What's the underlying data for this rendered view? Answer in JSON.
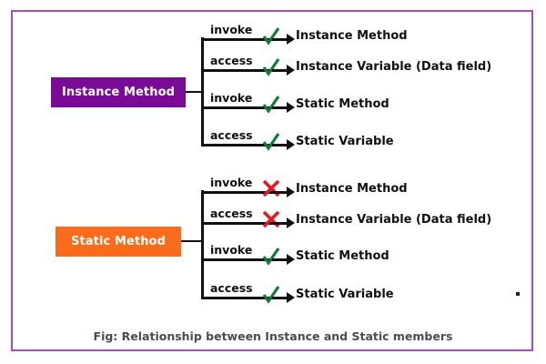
{
  "figure": {
    "caption": "Fig: Relationship between Instance and Static members",
    "frame_color": "#A64BC4",
    "check_color": "#117A3D",
    "cross_color": "#E8191E",
    "line_color": "#111111"
  },
  "groups": [
    {
      "source": {
        "label": "Instance Method",
        "color": "#7A0B96",
        "text_color": "#FFFFFF"
      },
      "branches": [
        {
          "relation": "invoke",
          "mark": "check-icon",
          "target": "Instance Method"
        },
        {
          "relation": "access",
          "mark": "check-icon",
          "target": "Instance Variable (Data field)"
        },
        {
          "relation": "invoke",
          "mark": "check-icon",
          "target": "Static Method"
        },
        {
          "relation": "access",
          "mark": "check-icon",
          "target": "Static Variable"
        }
      ]
    },
    {
      "source": {
        "label": "Static Method",
        "color": "#FA6B1C",
        "text_color": "#FFFFFF"
      },
      "branches": [
        {
          "relation": "invoke",
          "mark": "cross-icon",
          "target": "Instance Method"
        },
        {
          "relation": "access",
          "mark": "cross-icon",
          "target": "Instance Variable (Data field)"
        },
        {
          "relation": "invoke",
          "mark": "check-icon",
          "target": "Static Method"
        },
        {
          "relation": "access",
          "mark": "check-icon",
          "target": "Static Variable"
        }
      ]
    }
  ]
}
